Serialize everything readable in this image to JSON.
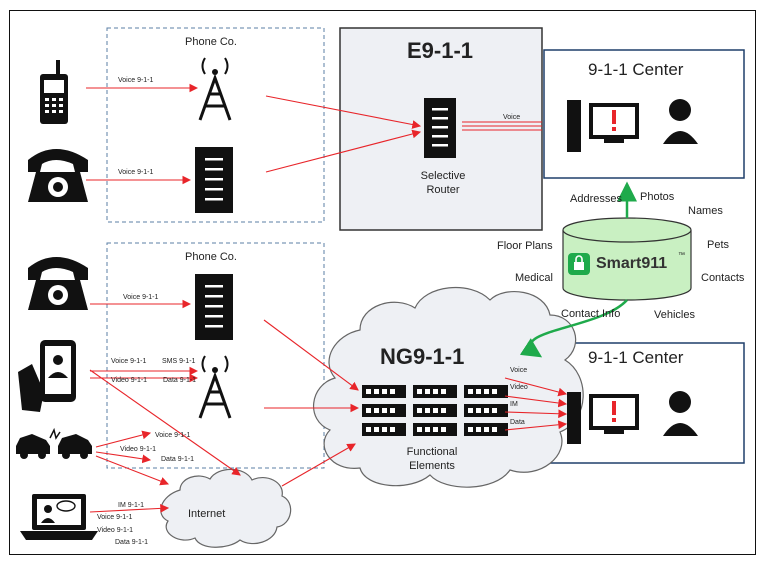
{
  "phone_co": {
    "label": "Phone Co."
  },
  "e911": {
    "title": "E9-1-1",
    "router_label_1": "Selective",
    "router_label_2": "Router",
    "voice_label": "Voice"
  },
  "ng911": {
    "title": "NG9-1-1",
    "functional_1": "Functional",
    "functional_2": "Elements",
    "labels": [
      "Voice",
      "Video",
      "IM",
      "Data"
    ]
  },
  "center": {
    "label": "9-1-1 Center"
  },
  "smart911": {
    "brand": "Smart911",
    "tm": "™",
    "attributes": {
      "addresses": "Addresses",
      "photos": "Photos",
      "names": "Names",
      "pets": "Pets",
      "contacts": "Contacts",
      "vehicles": "Vehicles",
      "contact_info": "Contact Info",
      "medical": "Medical",
      "floor_plans": "Floor Plans"
    }
  },
  "internet": {
    "label": "Internet"
  },
  "arrow_labels": {
    "cell_voice": "Voice 9-1-1",
    "landline_voice": "Voice 9-1-1",
    "landline2_voice": "Voice 9-1-1",
    "smart_voice": "Voice 9-1-1",
    "smart_sms": "SMS 9-1-1",
    "smart_video": "Video 9-1-1",
    "smart_data": "Data 9-1-1",
    "car_voice": "Voice 9-1-1",
    "car_video": "Video 9-1-1",
    "car_data": "Data 9-1-1",
    "laptop_im": "IM 9-1-1",
    "laptop_voice": "Voice 9-1-1",
    "laptop_video": "Video 9-1-1",
    "laptop_data": "Data 9-1-1"
  },
  "colors": {
    "arrow": "#e8252a",
    "accent_green": "#1faa4b",
    "box_fill": "#eef0f4",
    "cloud_fill": "#eef0f4",
    "icon": "#111111"
  }
}
